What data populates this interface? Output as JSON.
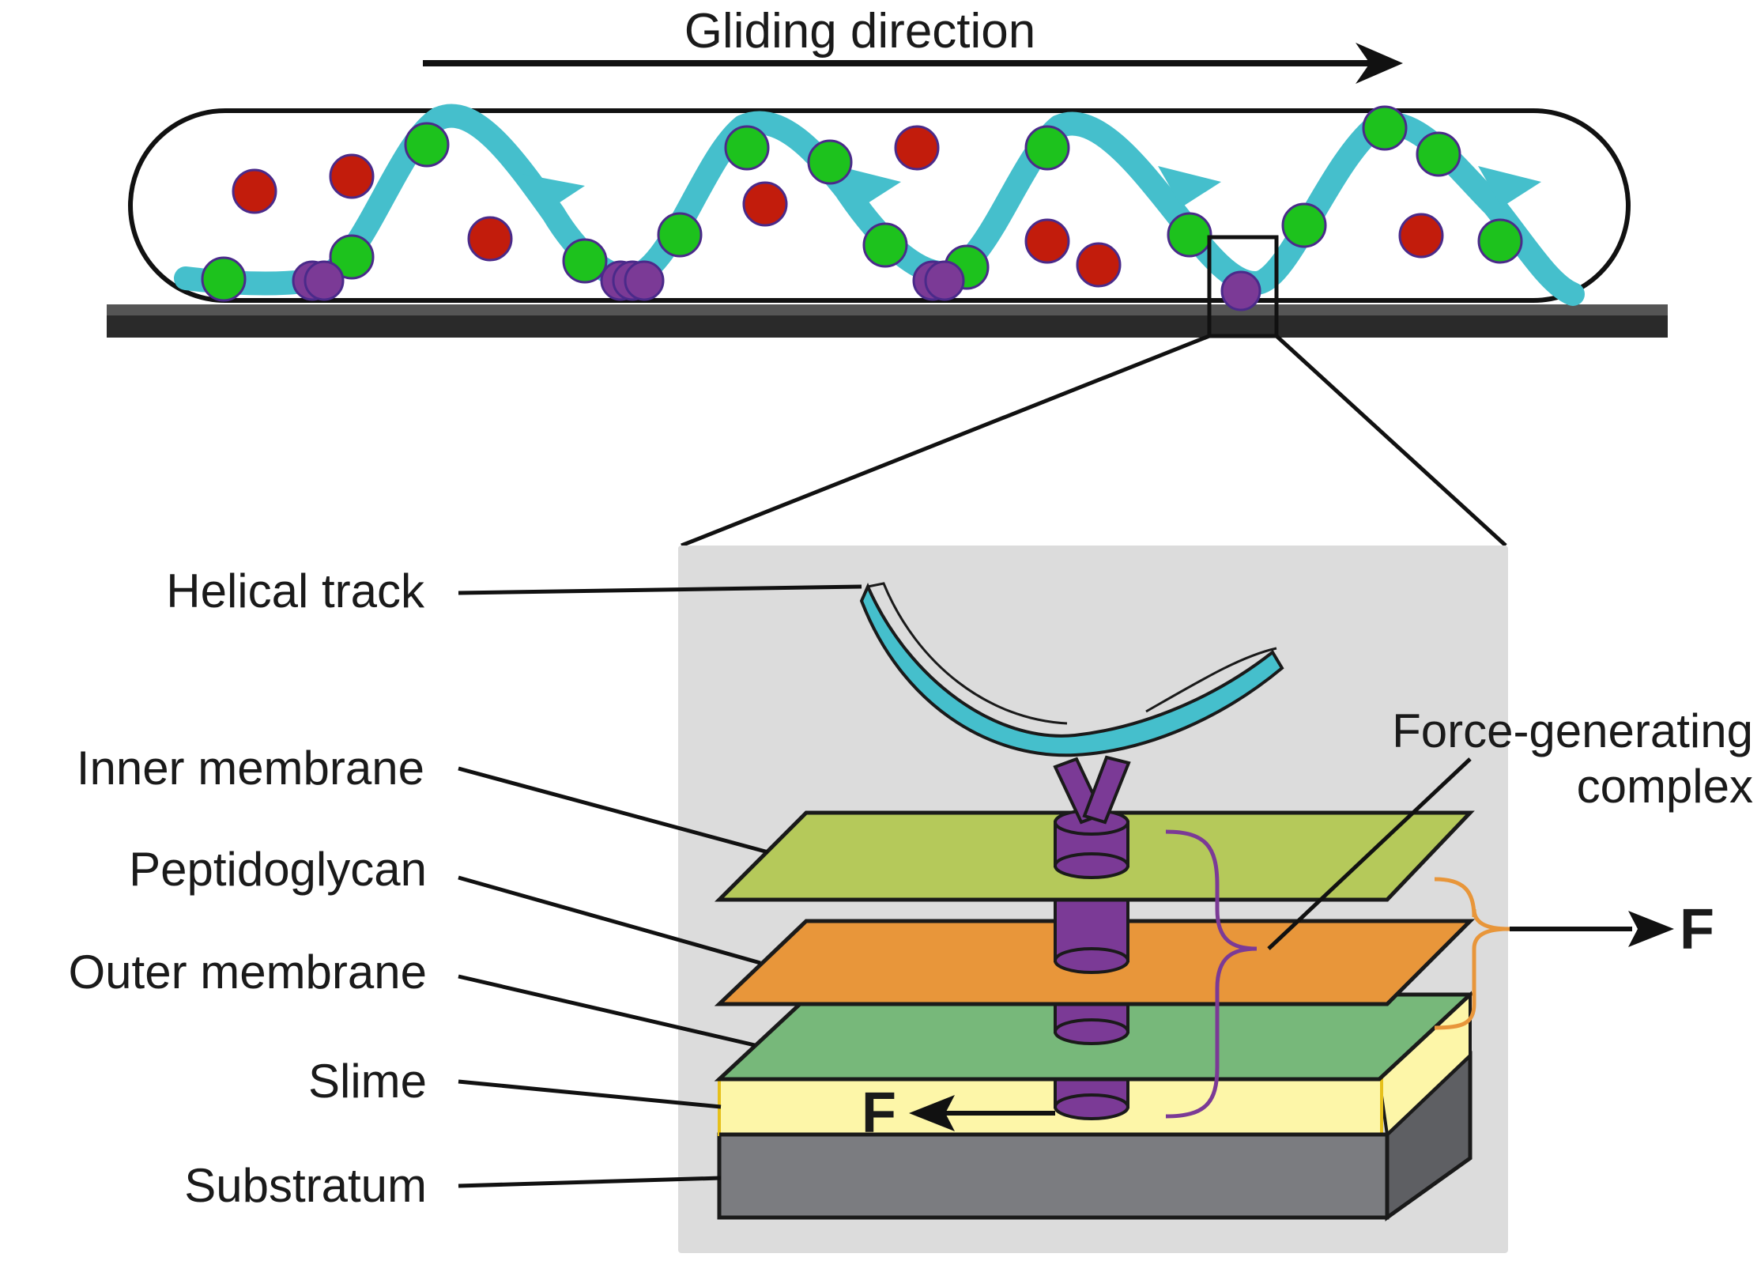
{
  "title": "Gliding direction",
  "labels": {
    "helical_track": "Helical track",
    "inner_membrane": "Inner membrane",
    "peptidoglycan": "Peptidoglycan",
    "outer_membrane": "Outer membrane",
    "slime": "Slime",
    "substratum": "Substratum",
    "complex_line1": "Force-generating",
    "complex_line2": "complex",
    "force_right": "F",
    "force_left": "F"
  },
  "colors": {
    "helix": "#45bfcc",
    "green_protein": "#1dc21d",
    "red_protein": "#c21c0c",
    "purple_complex": "#7b3a96",
    "inner_membrane": "#b5c95a",
    "peptidoglycan": "#e8963a",
    "outer_membrane": "#77b87a",
    "slime": "#fdf6a8",
    "substratum": "#7b7c80",
    "panel": "#dcdcdc"
  },
  "icons": [
    "arrow-right-icon",
    "arrow-left-icon",
    "curly-brace-icon"
  ]
}
